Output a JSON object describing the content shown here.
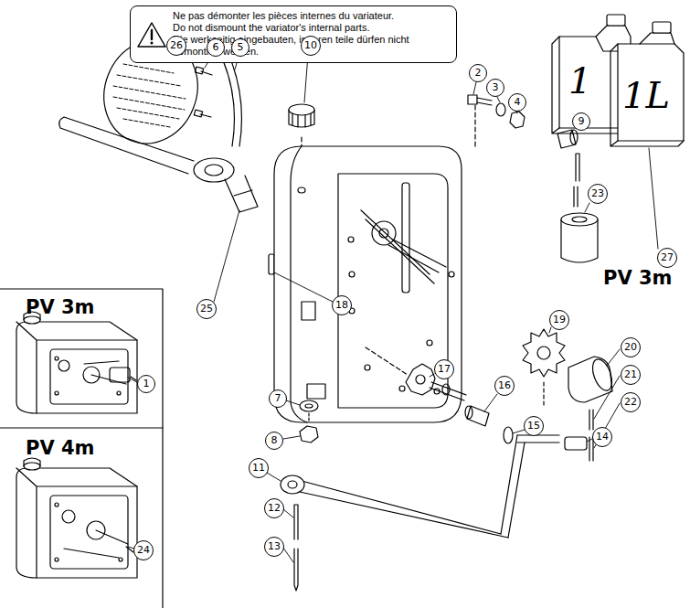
{
  "diagram": {
    "nodes": [
      {
        "text": [
          "Ne pas démonter les pièces internes du variateur.",
          "Do not dismount the variator's internal parts.",
          "Die werkseitig eingebauten, inneren teile dürfen nicht abmontiert werden."
        ]
      }
    ],
    "labels": [
      "26",
      "6",
      "5",
      "10",
      "2",
      "3",
      "4",
      "9",
      "1",
      "1L",
      "27",
      "25",
      "18",
      "23",
      "PV 3m",
      "19",
      "20",
      "21",
      "22",
      "7",
      "17",
      "8",
      "16",
      "15",
      "14",
      "11",
      "12",
      "13",
      "PV 3m",
      "1",
      "PV 4m",
      "24"
    ]
  }
}
